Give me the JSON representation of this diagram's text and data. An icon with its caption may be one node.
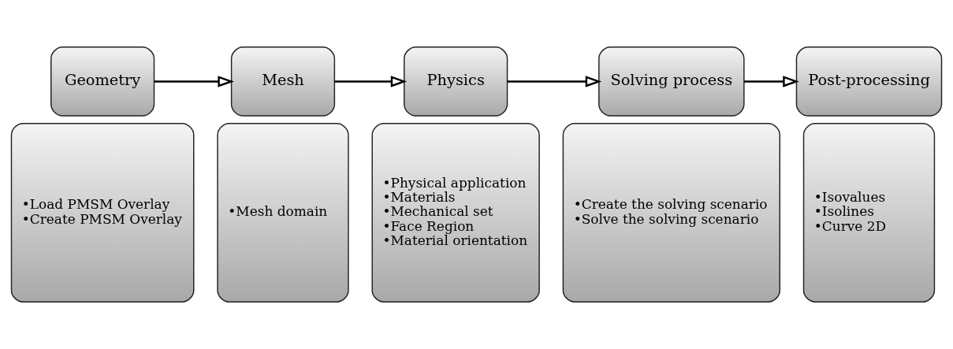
{
  "diagram": {
    "nodes": [
      {
        "text": [
          "Geometry"
        ]
      },
      {
        "text": [
          "•Load PMSM Overlay",
          "•Create PMSM Overlay"
        ]
      },
      {
        "text": [
          "Mesh"
        ]
      },
      {
        "text": [
          "•Mesh domain"
        ]
      },
      {
        "text": [
          "Physics"
        ]
      },
      {
        "text": [
          "•Physical application",
          "•Materials",
          "•Mechanical set",
          "•Face Region",
          "•Material orientation"
        ]
      },
      {
        "text": [
          "Solving process"
        ]
      },
      {
        "text": [
          "•Create the solving scenario",
          "•Solve the solving scenario"
        ]
      },
      {
        "text": [
          "Post-processing"
        ]
      },
      {
        "text": [
          "•Isovalues",
          "•Isolines",
          "•Curve 2D"
        ]
      }
    ],
    "edges": [
      {
        "from": 0,
        "to": 2,
        "arrow": "to"
      },
      {
        "from": 2,
        "to": 4,
        "arrow": "to"
      },
      {
        "from": 4,
        "to": 6,
        "arrow": "to"
      },
      {
        "from": 6,
        "to": 8,
        "arrow": "to"
      }
    ]
  }
}
